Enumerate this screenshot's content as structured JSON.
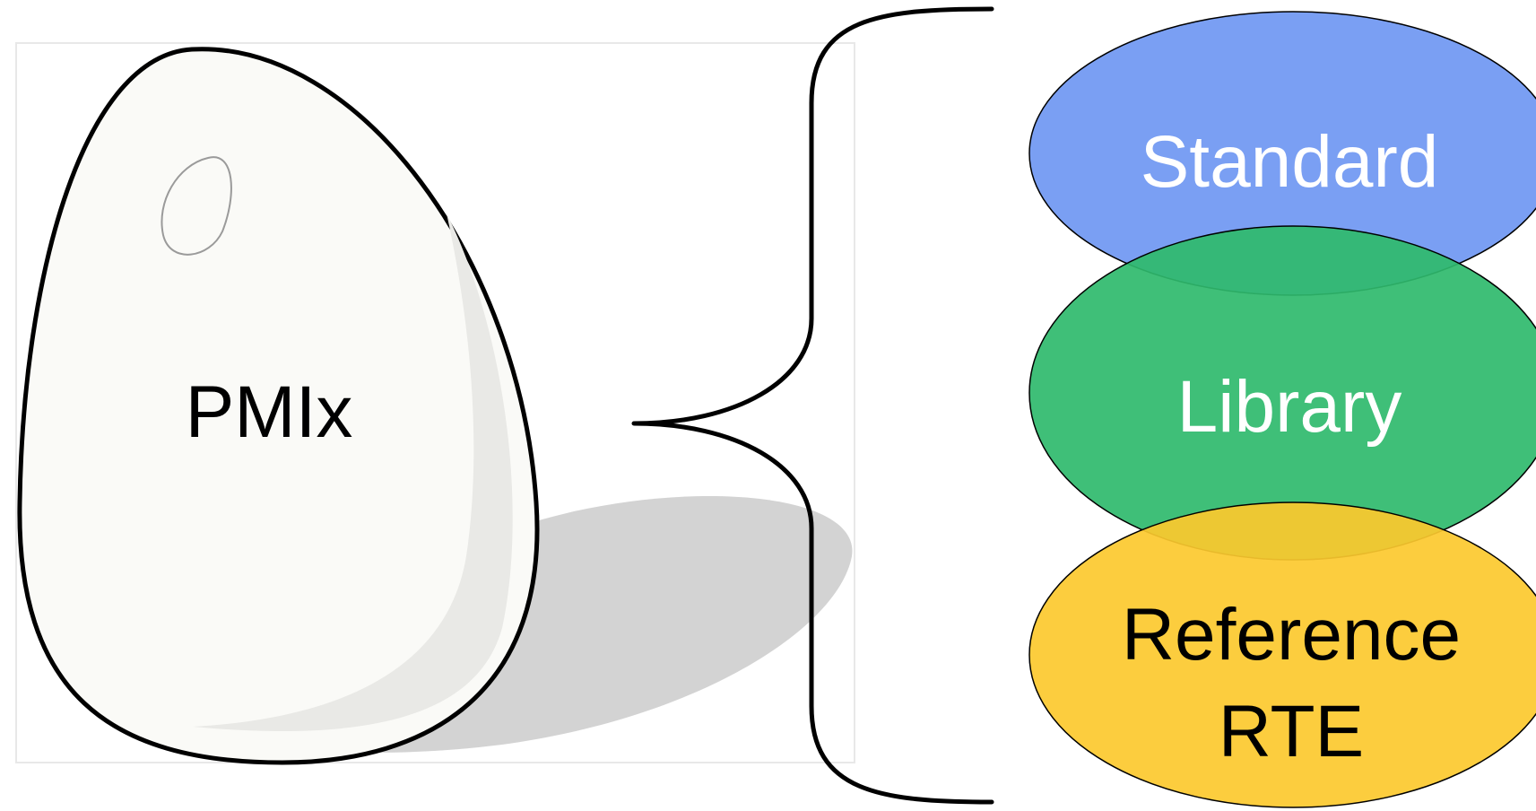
{
  "egg": {
    "label": "PMIx"
  },
  "components": {
    "standard": {
      "label": "Standard",
      "color": "#6F97F2"
    },
    "library": {
      "label": "Library",
      "color": "#2FBA6C"
    },
    "reference": {
      "label_line1": "Reference",
      "label_line2": "RTE",
      "color": "#FCC92E"
    }
  },
  "colors": {
    "outline": "#000000",
    "egg_fill": "#FAFAF7",
    "shadow": "#D3D3D3",
    "frame": "#E8E8E8",
    "text_light": "#FFFFFF",
    "text_dark": "#000000"
  }
}
